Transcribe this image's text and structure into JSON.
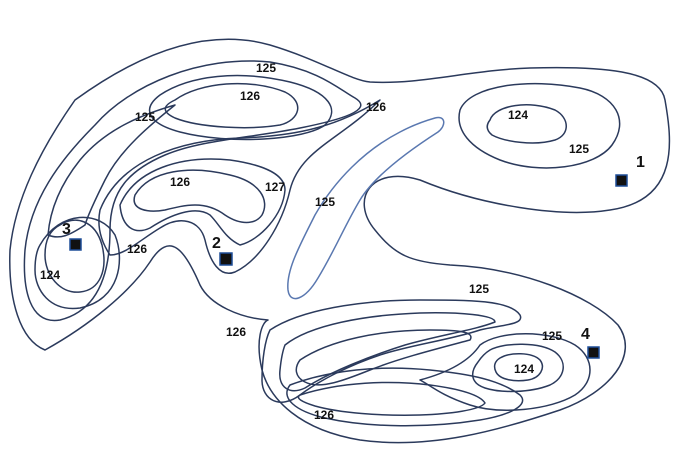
{
  "colors": {
    "contour": "#2b3a5c",
    "inner_contour": "#5a78b0",
    "site_fill": "#111111",
    "site_border": "#1f4e99",
    "label": "#111111"
  },
  "contour_labels": [
    {
      "text": "125"
    },
    {
      "text": "126"
    },
    {
      "text": "125"
    },
    {
      "text": "126"
    },
    {
      "text": "124"
    },
    {
      "text": "125"
    },
    {
      "text": "126"
    },
    {
      "text": "127"
    },
    {
      "text": "125"
    },
    {
      "text": "126"
    },
    {
      "text": "124"
    },
    {
      "text": "125"
    },
    {
      "text": "126"
    },
    {
      "text": "125"
    },
    {
      "text": "124"
    },
    {
      "text": "126"
    }
  ],
  "sites": [
    {
      "id": "1",
      "label": "1"
    },
    {
      "id": "2",
      "label": "2"
    },
    {
      "id": "3",
      "label": "3"
    },
    {
      "id": "4",
      "label": "4"
    }
  ]
}
